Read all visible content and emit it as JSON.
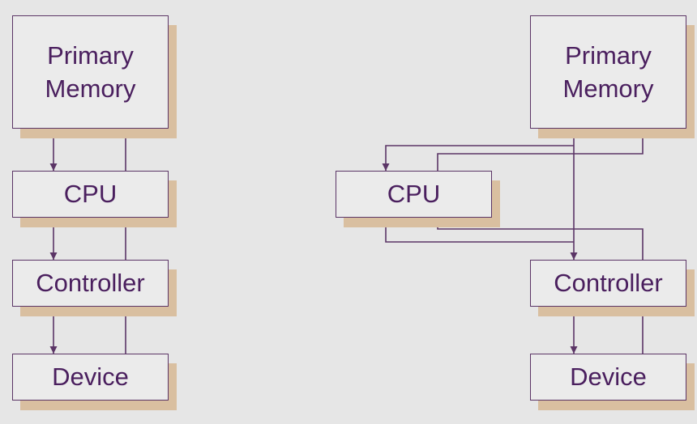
{
  "left_diagram": {
    "memory": "Primary\nMemory",
    "cpu": "CPU",
    "controller": "Controller",
    "device": "Device"
  },
  "right_diagram": {
    "memory": "Primary\nMemory",
    "cpu": "CPU",
    "controller": "Controller",
    "device": "Device"
  },
  "colors": {
    "line": "#5b3566",
    "text": "#4a1f5e",
    "shadow": "#d9bfa0",
    "background": "#e6e6e6"
  }
}
